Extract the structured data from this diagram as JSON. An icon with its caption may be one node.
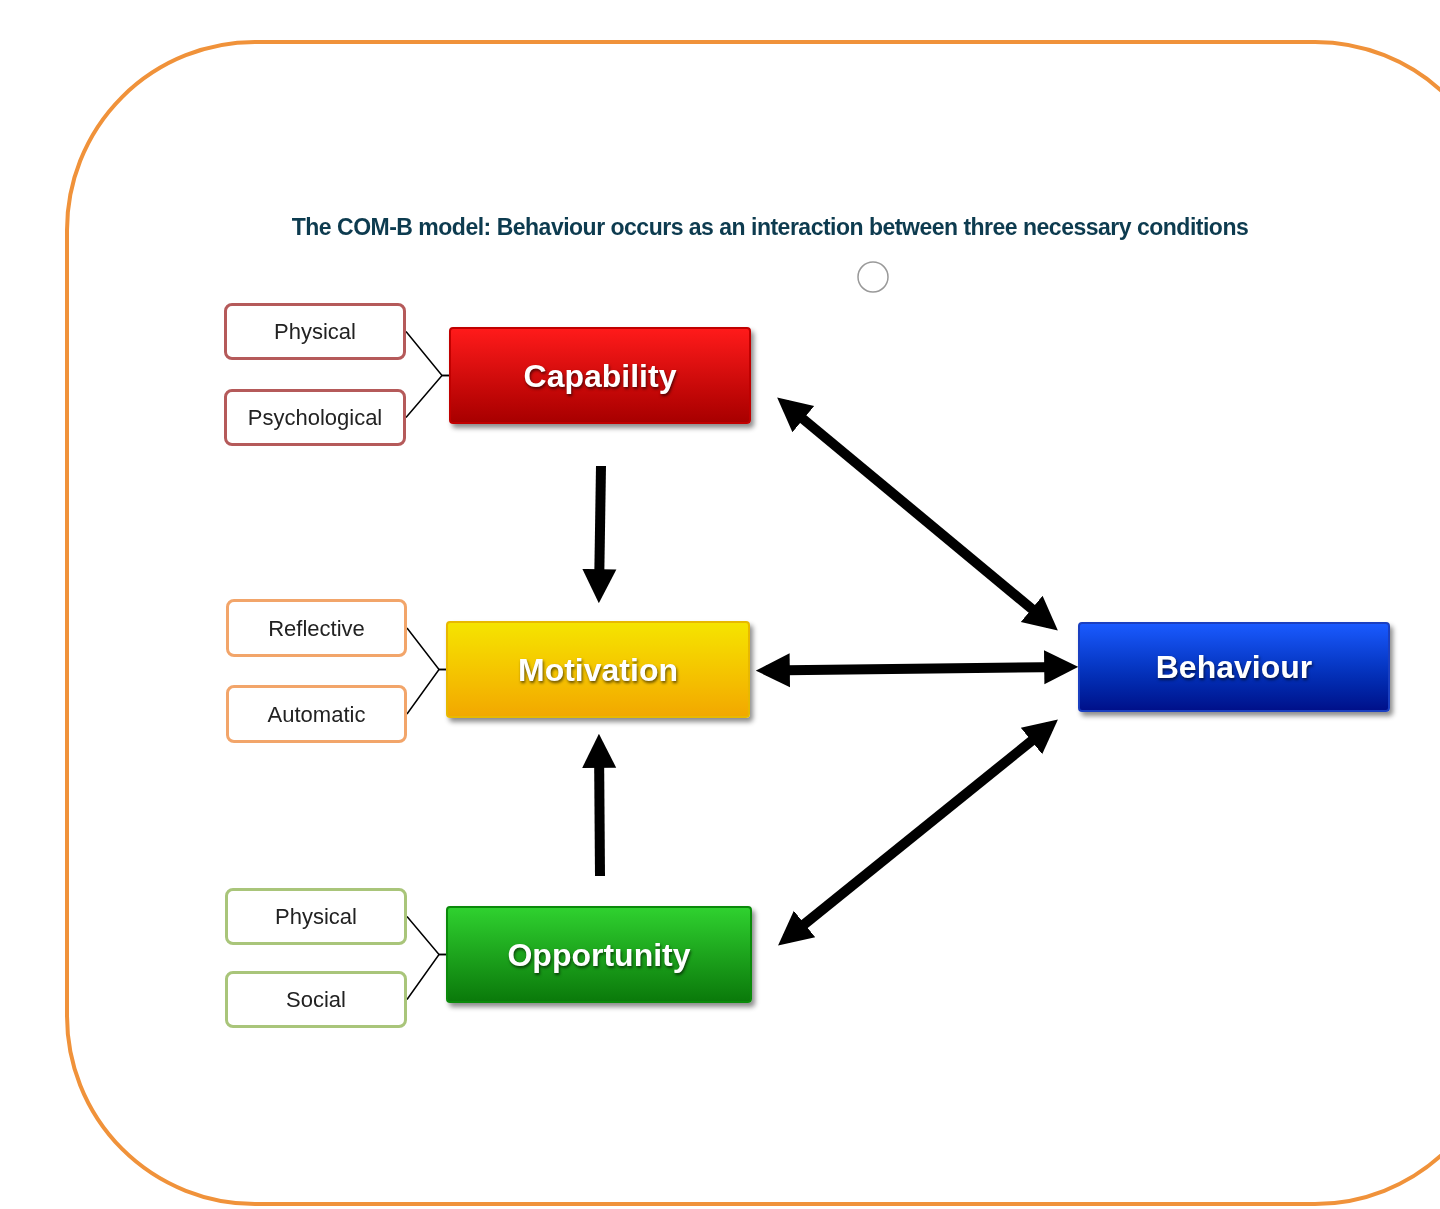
{
  "diagram": {
    "title": "The COM-B model: Behaviour occurs as an interaction between three necessary conditions",
    "nodes": [
      {
        "text": [
          "Physical"
        ]
      },
      {
        "text": [
          "Psychological"
        ]
      },
      {
        "text": [
          "Capability"
        ]
      },
      {
        "text": [
          "Reflective"
        ]
      },
      {
        "text": [
          "Automatic"
        ]
      },
      {
        "text": [
          "Motivation"
        ]
      },
      {
        "text": [
          "Physical"
        ]
      },
      {
        "text": [
          "Social"
        ]
      },
      {
        "text": [
          "Opportunity"
        ]
      },
      {
        "text": [
          "Behaviour"
        ]
      }
    ],
    "edges": [
      {
        "from": 0,
        "to": 2,
        "arrow": "none"
      },
      {
        "from": 1,
        "to": 2,
        "arrow": "none"
      },
      {
        "from": 3,
        "to": 5,
        "arrow": "none"
      },
      {
        "from": 4,
        "to": 5,
        "arrow": "none"
      },
      {
        "from": 6,
        "to": 8,
        "arrow": "none"
      },
      {
        "from": 7,
        "to": 8,
        "arrow": "none"
      },
      {
        "from": 2,
        "to": 5,
        "arrow": "to",
        "style": "thick"
      },
      {
        "from": 8,
        "to": 5,
        "arrow": "to",
        "style": "thick"
      },
      {
        "from": 2,
        "to": 9,
        "arrow": "both",
        "style": "thick"
      },
      {
        "from": 5,
        "to": 9,
        "arrow": "both",
        "style": "thick"
      },
      {
        "from": 8,
        "to": 9,
        "arrow": "both",
        "style": "thick"
      }
    ]
  }
}
